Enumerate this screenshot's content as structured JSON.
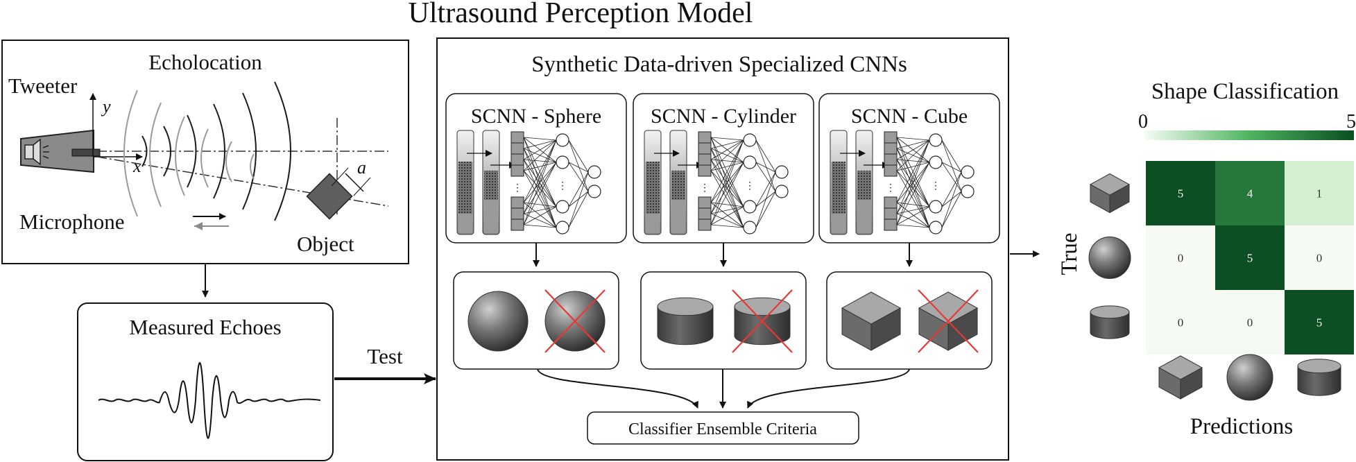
{
  "title": "Ultrasound Perception Model",
  "echolocation": {
    "title": "Echolocation",
    "tweeter": "Tweeter",
    "microphone": "Microphone",
    "object": "Object",
    "axis_x": "x",
    "axis_y": "y",
    "edge": "a"
  },
  "measured": {
    "title": "Measured Echoes"
  },
  "test_label": "Test",
  "model": {
    "subtitle": "Synthetic Data-driven Specialized CNNs",
    "scnns": [
      {
        "label": "SCNN - Sphere",
        "shape": "sphere"
      },
      {
        "label": "SCNN - Cylinder",
        "shape": "cylinder"
      },
      {
        "label": "SCNN - Cube",
        "shape": "cube"
      }
    ],
    "ensemble": "Classifier Ensemble Criteria"
  },
  "classification": {
    "title": "Shape Classification",
    "scale_min": "0",
    "scale_max": "5",
    "ylabel": "True",
    "xlabel": "Predictions",
    "row_shapes": [
      "cube",
      "sphere",
      "cylinder"
    ],
    "col_shapes": [
      "cube",
      "sphere",
      "cylinder"
    ],
    "matrix": [
      [
        5,
        4,
        1
      ],
      [
        0,
        5,
        0
      ],
      [
        0,
        0,
        5
      ]
    ],
    "colors": {
      "low": "#f5fbf3",
      "high": "#0b4f22"
    }
  }
}
